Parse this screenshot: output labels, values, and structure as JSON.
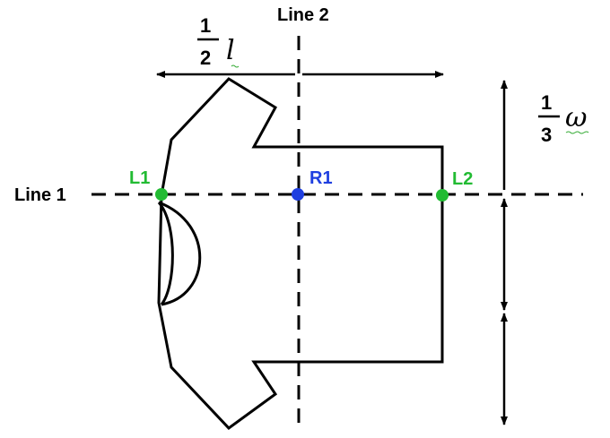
{
  "labels": {
    "line1": "Line 1",
    "line2": "Line 2",
    "left_point": "L1",
    "center_point": "R1",
    "right_point": "L2"
  },
  "length_annotation": {
    "numerator": "1",
    "denominator": "2",
    "symbol": "l"
  },
  "width_annotation": {
    "numerator": "1",
    "denominator": "3",
    "symbol": "ω"
  },
  "colors": {
    "stroke": "#000000",
    "side_points": "#22bb33",
    "center_point": "#1f3fe0",
    "squiggle": "#33aa33"
  }
}
